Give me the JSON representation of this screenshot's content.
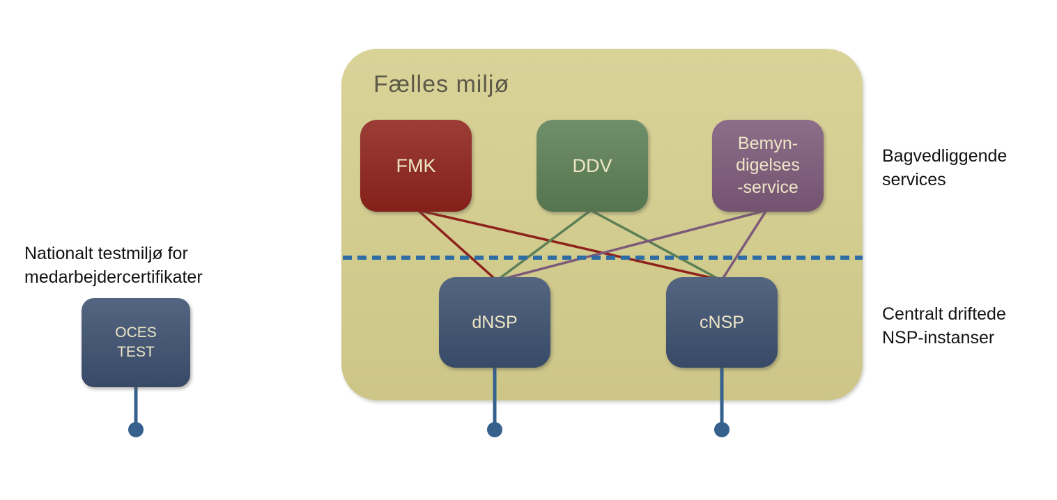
{
  "title": "Fælles miljø",
  "colors": {
    "common_env_bg": "#d5ce8d",
    "fmk": "#8e231b",
    "ddv": "#5c7f56",
    "bemyndigelse": "#7d5a79",
    "nsp": "#3c506f",
    "divider_blue": "#2e6da4",
    "stem_blue": "#35618c",
    "box_text": "#efe6c6"
  },
  "services": {
    "fmk": {
      "label": "FMK"
    },
    "ddv": {
      "label": "DDV"
    },
    "bemyndigelse": {
      "label": "Bemyn-\ndigelses\n-service"
    }
  },
  "nsp": {
    "dnsp": {
      "label": "dNSP"
    },
    "cnsp": {
      "label": "cNSP"
    }
  },
  "oces": {
    "label": "OCES\nTEST"
  },
  "annotations": {
    "national_test": "Nationalt testmiljø for\nmedarbejdercertifikater",
    "background_services": "Bagvedliggende\nservices",
    "central_nsp": "Centralt driftede\nNSP-instanser"
  }
}
